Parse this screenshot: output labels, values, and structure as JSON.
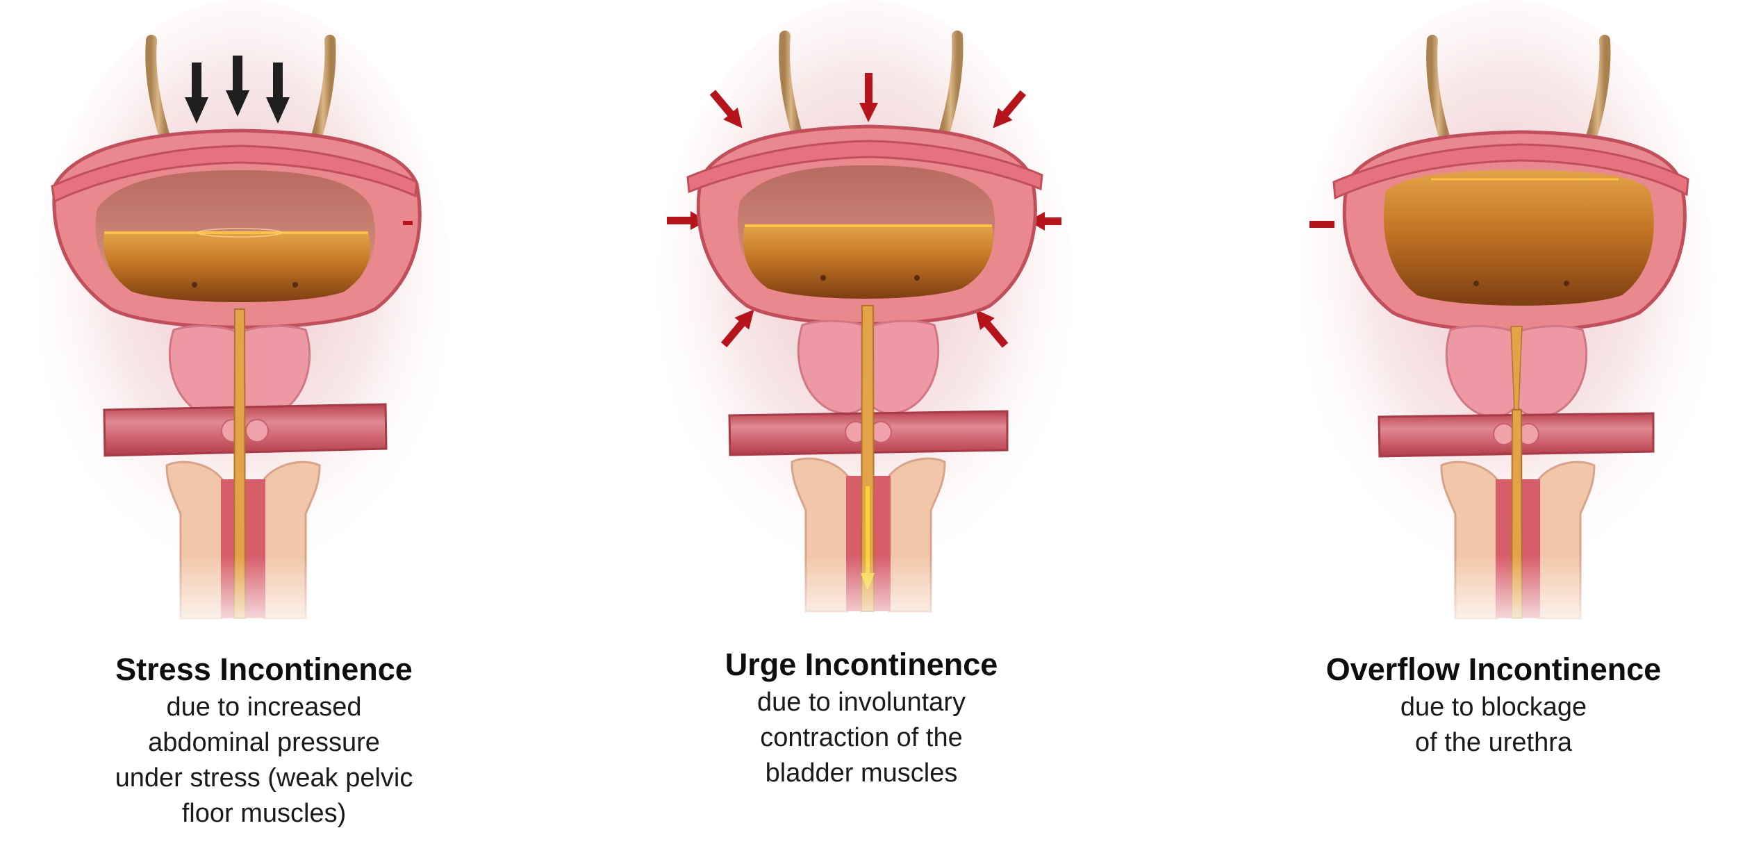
{
  "panels": [
    {
      "title": "Stress Incontinence",
      "description": [
        "due to increased",
        "abdominal pressure",
        "under stress (weak pelvic",
        "floor muscles)"
      ],
      "arrow_color": "#1f1f1f"
    },
    {
      "title": "Urge Incontinence",
      "description": [
        "due to involuntary",
        "contraction of the",
        "bladder muscles"
      ],
      "arrow_color": "#b5141b"
    },
    {
      "title": "Overflow Incontinence",
      "description": [
        "due to blockage",
        "of the urethra"
      ],
      "arrow_color": "#b5141b"
    }
  ],
  "colors": {
    "bladder_wall": "#e9888d",
    "bladder_wall_dark": "#c95a63",
    "urine": "#b5651d",
    "urine_light": "#e8a23c",
    "prostate": "#ee98a3",
    "ureter": "#c9a27a",
    "muscle_band": "#c5515e",
    "halo": "#e8b4b8",
    "leak": "#f7d23c"
  }
}
